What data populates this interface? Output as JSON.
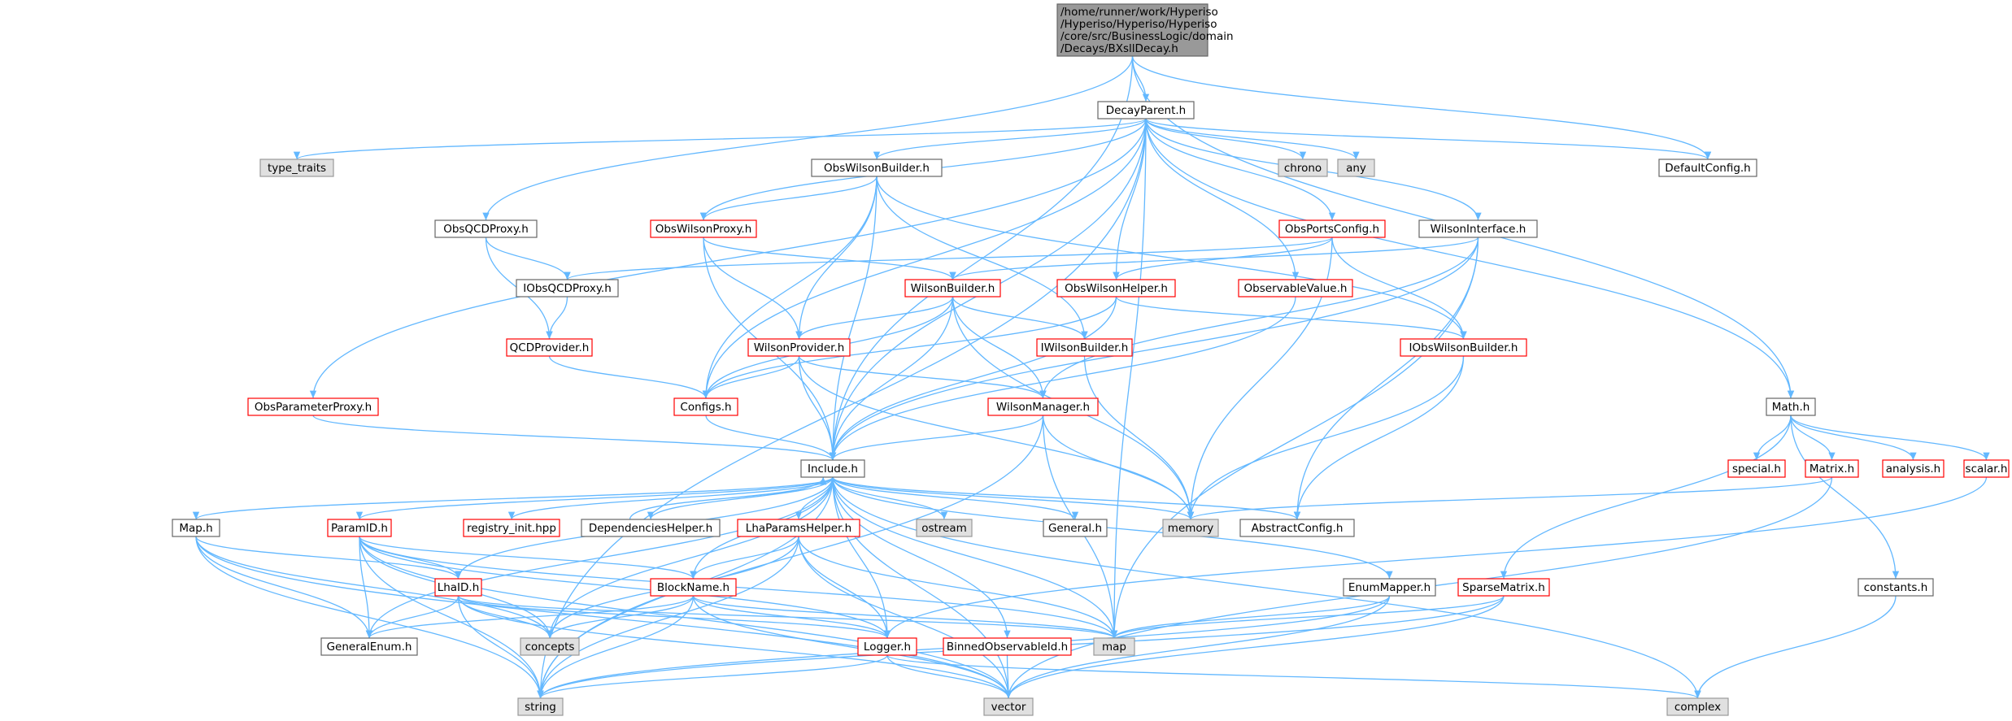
{
  "colors": {
    "edge": "#63b8ff",
    "box_fill": "#ffffff",
    "box_border": "#666666",
    "red_border": "#ff0000",
    "gray_fill": "#e0e0e0",
    "gray_border": "#999999",
    "root_fill": "#999999",
    "root_border": "#666666",
    "text": "#000000"
  },
  "nodes": [
    {
      "id": "root",
      "lines": [
        "/home/runner/work/Hyperiso",
        "/Hyperiso/Hyperiso/Hyperiso",
        "/core/src/BusinessLogic/domain",
        "/Decays/BXsllDecay.h"
      ],
      "style": "root"
    },
    {
      "id": "DecayParent",
      "lines": [
        "DecayParent.h"
      ],
      "style": "normal"
    },
    {
      "id": "DefaultConfig",
      "lines": [
        "DefaultConfig.h"
      ],
      "style": "normal"
    },
    {
      "id": "MathH",
      "lines": [
        "Math.h"
      ],
      "style": "normal"
    },
    {
      "id": "type_traits",
      "lines": [
        "type_traits"
      ],
      "style": "gray"
    },
    {
      "id": "chrono",
      "lines": [
        "chrono"
      ],
      "style": "gray"
    },
    {
      "id": "any",
      "lines": [
        "any"
      ],
      "style": "gray"
    },
    {
      "id": "ObsWilsonBuilder",
      "lines": [
        "ObsWilsonBuilder.h"
      ],
      "style": "normal"
    },
    {
      "id": "ObsQCDProxy",
      "lines": [
        "ObsQCDProxy.h"
      ],
      "style": "normal"
    },
    {
      "id": "ObsWilsonProxy",
      "lines": [
        "ObsWilsonProxy.h"
      ],
      "style": "red"
    },
    {
      "id": "ObsPortsConfig",
      "lines": [
        "ObsPortsConfig.h"
      ],
      "style": "red"
    },
    {
      "id": "WilsonInterface",
      "lines": [
        "WilsonInterface.h"
      ],
      "style": "normal"
    },
    {
      "id": "IObsQCDProxy",
      "lines": [
        "IObsQCDProxy.h"
      ],
      "style": "normal"
    },
    {
      "id": "WilsonBuilder",
      "lines": [
        "WilsonBuilder.h"
      ],
      "style": "red"
    },
    {
      "id": "ObsWilsonHelper",
      "lines": [
        "ObsWilsonHelper.h"
      ],
      "style": "red"
    },
    {
      "id": "ObservableValue",
      "lines": [
        "ObservableValue.h"
      ],
      "style": "red"
    },
    {
      "id": "QCDProvider",
      "lines": [
        "QCDProvider.h"
      ],
      "style": "red"
    },
    {
      "id": "WilsonProvider",
      "lines": [
        "WilsonProvider.h"
      ],
      "style": "red"
    },
    {
      "id": "IWilsonBuilder",
      "lines": [
        "IWilsonBuilder.h"
      ],
      "style": "red"
    },
    {
      "id": "IObsWilsonBuilder",
      "lines": [
        "IObsWilsonBuilder.h"
      ],
      "style": "red"
    },
    {
      "id": "ObsParameterProxy",
      "lines": [
        "ObsParameterProxy.h"
      ],
      "style": "red"
    },
    {
      "id": "ConfigsH",
      "lines": [
        "Configs.h"
      ],
      "style": "red"
    },
    {
      "id": "WilsonManager",
      "lines": [
        "WilsonManager.h"
      ],
      "style": "red"
    },
    {
      "id": "IncludeH",
      "lines": [
        "Include.h"
      ],
      "style": "normal"
    },
    {
      "id": "special",
      "lines": [
        "special.h"
      ],
      "style": "red"
    },
    {
      "id": "MatrixH",
      "lines": [
        "Matrix.h"
      ],
      "style": "red"
    },
    {
      "id": "analysis",
      "lines": [
        "analysis.h"
      ],
      "style": "red"
    },
    {
      "id": "scalar",
      "lines": [
        "scalar.h"
      ],
      "style": "red"
    },
    {
      "id": "MapH",
      "lines": [
        "Map.h"
      ],
      "style": "normal"
    },
    {
      "id": "ParamID",
      "lines": [
        "ParamID.h"
      ],
      "style": "red"
    },
    {
      "id": "registry_init",
      "lines": [
        "registry_init.hpp"
      ],
      "style": "red"
    },
    {
      "id": "DependenciesHelper",
      "lines": [
        "DependenciesHelper.h"
      ],
      "style": "normal"
    },
    {
      "id": "LhaParamsHelper",
      "lines": [
        "LhaParamsHelper.h"
      ],
      "style": "red"
    },
    {
      "id": "ostream",
      "lines": [
        "ostream"
      ],
      "style": "gray"
    },
    {
      "id": "GeneralH",
      "lines": [
        "General.h"
      ],
      "style": "normal"
    },
    {
      "id": "memory",
      "lines": [
        "memory"
      ],
      "style": "gray"
    },
    {
      "id": "AbstractConfig",
      "lines": [
        "AbstractConfig.h"
      ],
      "style": "normal"
    },
    {
      "id": "LhaID",
      "lines": [
        "LhaID.h"
      ],
      "style": "red"
    },
    {
      "id": "BlockName",
      "lines": [
        "BlockName.h"
      ],
      "style": "red"
    },
    {
      "id": "EnumMapper",
      "lines": [
        "EnumMapper.h"
      ],
      "style": "normal"
    },
    {
      "id": "SparseMatrix",
      "lines": [
        "SparseMatrix.h"
      ],
      "style": "red"
    },
    {
      "id": "constants",
      "lines": [
        "constants.h"
      ],
      "style": "normal"
    },
    {
      "id": "concepts",
      "lines": [
        "concepts"
      ],
      "style": "gray"
    },
    {
      "id": "GeneralEnum",
      "lines": [
        "GeneralEnum.h"
      ],
      "style": "normal"
    },
    {
      "id": "Logger",
      "lines": [
        "Logger.h"
      ],
      "style": "red"
    },
    {
      "id": "BinnedObservableId",
      "lines": [
        "BinnedObservableId.h"
      ],
      "style": "red"
    },
    {
      "id": "map",
      "lines": [
        "map"
      ],
      "style": "gray"
    },
    {
      "id": "string",
      "lines": [
        "string"
      ],
      "style": "gray"
    },
    {
      "id": "vector",
      "lines": [
        "vector"
      ],
      "style": "gray"
    },
    {
      "id": "complex",
      "lines": [
        "complex"
      ],
      "style": "gray"
    }
  ],
  "edges": [
    [
      "root",
      "DecayParent"
    ],
    [
      "root",
      "DefaultConfig"
    ],
    [
      "root",
      "MathH"
    ],
    [
      "root",
      "ObsQCDProxy"
    ],
    [
      "root",
      "IncludeH"
    ],
    [
      "DecayParent",
      "type_traits"
    ],
    [
      "DecayParent",
      "chrono"
    ],
    [
      "DecayParent",
      "any"
    ],
    [
      "DecayParent",
      "DefaultConfig"
    ],
    [
      "DecayParent",
      "ObsWilsonBuilder"
    ],
    [
      "DecayParent",
      "ObsWilsonProxy"
    ],
    [
      "DecayParent",
      "ObsPortsConfig"
    ],
    [
      "DecayParent",
      "WilsonInterface"
    ],
    [
      "DecayParent",
      "ObsWilsonHelper"
    ],
    [
      "DecayParent",
      "ObservableValue"
    ],
    [
      "DecayParent",
      "ObsParameterProxy"
    ],
    [
      "DecayParent",
      "ConfigsH"
    ],
    [
      "DecayParent",
      "IncludeH"
    ],
    [
      "DecayParent",
      "MathH"
    ],
    [
      "DecayParent",
      "map"
    ],
    [
      "DecayParent",
      "string"
    ],
    [
      "ObsWilsonBuilder",
      "ObsWilsonProxy"
    ],
    [
      "ObsWilsonBuilder",
      "WilsonProvider"
    ],
    [
      "ObsWilsonBuilder",
      "IWilsonBuilder"
    ],
    [
      "ObsWilsonBuilder",
      "IObsWilsonBuilder"
    ],
    [
      "ObsWilsonBuilder",
      "ConfigsH"
    ],
    [
      "ObsWilsonBuilder",
      "IncludeH"
    ],
    [
      "ObsQCDProxy",
      "IObsQCDProxy"
    ],
    [
      "ObsQCDProxy",
      "QCDProvider"
    ],
    [
      "ObsWilsonProxy",
      "WilsonBuilder"
    ],
    [
      "ObsWilsonProxy",
      "WilsonProvider"
    ],
    [
      "ObsWilsonProxy",
      "IncludeH"
    ],
    [
      "ObsPortsConfig",
      "IObsQCDProxy"
    ],
    [
      "ObsPortsConfig",
      "ObsWilsonHelper"
    ],
    [
      "ObsPortsConfig",
      "IObsWilsonBuilder"
    ],
    [
      "ObsPortsConfig",
      "memory"
    ],
    [
      "WilsonInterface",
      "WilsonBuilder"
    ],
    [
      "WilsonInterface",
      "WilsonManager"
    ],
    [
      "WilsonInterface",
      "IncludeH"
    ],
    [
      "WilsonInterface",
      "AbstractConfig"
    ],
    [
      "WilsonInterface",
      "map"
    ],
    [
      "IObsQCDProxy",
      "QCDProvider"
    ],
    [
      "WilsonBuilder",
      "WilsonProvider"
    ],
    [
      "WilsonBuilder",
      "IWilsonBuilder"
    ],
    [
      "WilsonBuilder",
      "WilsonManager"
    ],
    [
      "WilsonBuilder",
      "ConfigsH"
    ],
    [
      "WilsonBuilder",
      "IncludeH"
    ],
    [
      "WilsonBuilder",
      "memory"
    ],
    [
      "ObsWilsonHelper",
      "IObsWilsonBuilder"
    ],
    [
      "ObsWilsonHelper",
      "ConfigsH"
    ],
    [
      "ObsWilsonHelper",
      "IncludeH"
    ],
    [
      "ObservableValue",
      "IncludeH"
    ],
    [
      "QCDProvider",
      "ConfigsH"
    ],
    [
      "WilsonProvider",
      "ConfigsH"
    ],
    [
      "WilsonProvider",
      "WilsonManager"
    ],
    [
      "WilsonProvider",
      "IncludeH"
    ],
    [
      "WilsonProvider",
      "memory"
    ],
    [
      "IWilsonBuilder",
      "memory"
    ],
    [
      "IObsWilsonBuilder",
      "AbstractConfig"
    ],
    [
      "IObsWilsonBuilder",
      "memory"
    ],
    [
      "ObsParameterProxy",
      "IncludeH"
    ],
    [
      "ConfigsH",
      "IncludeH"
    ],
    [
      "WilsonManager",
      "IncludeH"
    ],
    [
      "WilsonManager",
      "memory"
    ],
    [
      "WilsonManager",
      "map"
    ],
    [
      "WilsonManager",
      "string"
    ],
    [
      "IncludeH",
      "MapH"
    ],
    [
      "IncludeH",
      "ParamID"
    ],
    [
      "IncludeH",
      "registry_init"
    ],
    [
      "IncludeH",
      "DependenciesHelper"
    ],
    [
      "IncludeH",
      "LhaParamsHelper"
    ],
    [
      "IncludeH",
      "ostream"
    ],
    [
      "IncludeH",
      "GeneralH"
    ],
    [
      "IncludeH",
      "memory"
    ],
    [
      "IncludeH",
      "AbstractConfig"
    ],
    [
      "IncludeH",
      "EnumMapper"
    ],
    [
      "IncludeH",
      "LhaID"
    ],
    [
      "IncludeH",
      "BlockName"
    ],
    [
      "IncludeH",
      "GeneralEnum"
    ],
    [
      "IncludeH",
      "Logger"
    ],
    [
      "IncludeH",
      "BinnedObservableId"
    ],
    [
      "IncludeH",
      "map"
    ],
    [
      "IncludeH",
      "string"
    ],
    [
      "IncludeH",
      "vector"
    ],
    [
      "IncludeH",
      "complex"
    ],
    [
      "IncludeH",
      "concepts"
    ],
    [
      "DependenciesHelper",
      "IncludeH"
    ],
    [
      "MathH",
      "special"
    ],
    [
      "MathH",
      "MatrixH"
    ],
    [
      "MathH",
      "analysis"
    ],
    [
      "MathH",
      "scalar"
    ],
    [
      "MathH",
      "SparseMatrix"
    ],
    [
      "MathH",
      "constants"
    ],
    [
      "MatrixH",
      "memory"
    ],
    [
      "MatrixH",
      "vector"
    ],
    [
      "scalar",
      "Logger"
    ],
    [
      "MapH",
      "LhaID"
    ],
    [
      "MapH",
      "GeneralEnum"
    ],
    [
      "MapH",
      "string"
    ],
    [
      "MapH",
      "vector"
    ],
    [
      "MapH",
      "concepts"
    ],
    [
      "ParamID",
      "LhaID"
    ],
    [
      "ParamID",
      "BlockName"
    ],
    [
      "ParamID",
      "GeneralEnum"
    ],
    [
      "ParamID",
      "concepts"
    ],
    [
      "ParamID",
      "string"
    ],
    [
      "ParamID",
      "map"
    ],
    [
      "ParamID",
      "vector"
    ],
    [
      "ParamID",
      "Logger"
    ],
    [
      "LhaParamsHelper",
      "BlockName"
    ],
    [
      "LhaParamsHelper",
      "Logger"
    ],
    [
      "LhaParamsHelper",
      "map"
    ],
    [
      "LhaParamsHelper",
      "string"
    ],
    [
      "LhaParamsHelper",
      "concepts"
    ],
    [
      "LhaParamsHelper",
      "vector"
    ],
    [
      "LhaID",
      "GeneralEnum"
    ],
    [
      "LhaID",
      "concepts"
    ],
    [
      "LhaID",
      "Logger"
    ],
    [
      "LhaID",
      "map"
    ],
    [
      "LhaID",
      "string"
    ],
    [
      "LhaID",
      "vector"
    ],
    [
      "BlockName",
      "GeneralEnum"
    ],
    [
      "BlockName",
      "concepts"
    ],
    [
      "BlockName",
      "Logger"
    ],
    [
      "BlockName",
      "map"
    ],
    [
      "BlockName",
      "string"
    ],
    [
      "BlockName",
      "vector"
    ],
    [
      "EnumMapper",
      "map"
    ],
    [
      "EnumMapper",
      "string"
    ],
    [
      "EnumMapper",
      "vector"
    ],
    [
      "SparseMatrix",
      "map"
    ],
    [
      "SparseMatrix",
      "vector"
    ],
    [
      "SparseMatrix",
      "string"
    ],
    [
      "constants",
      "complex"
    ],
    [
      "Logger",
      "string"
    ],
    [
      "Logger",
      "vector"
    ],
    [
      "Logger",
      "complex"
    ],
    [
      "BinnedObservableId",
      "vector"
    ]
  ]
}
